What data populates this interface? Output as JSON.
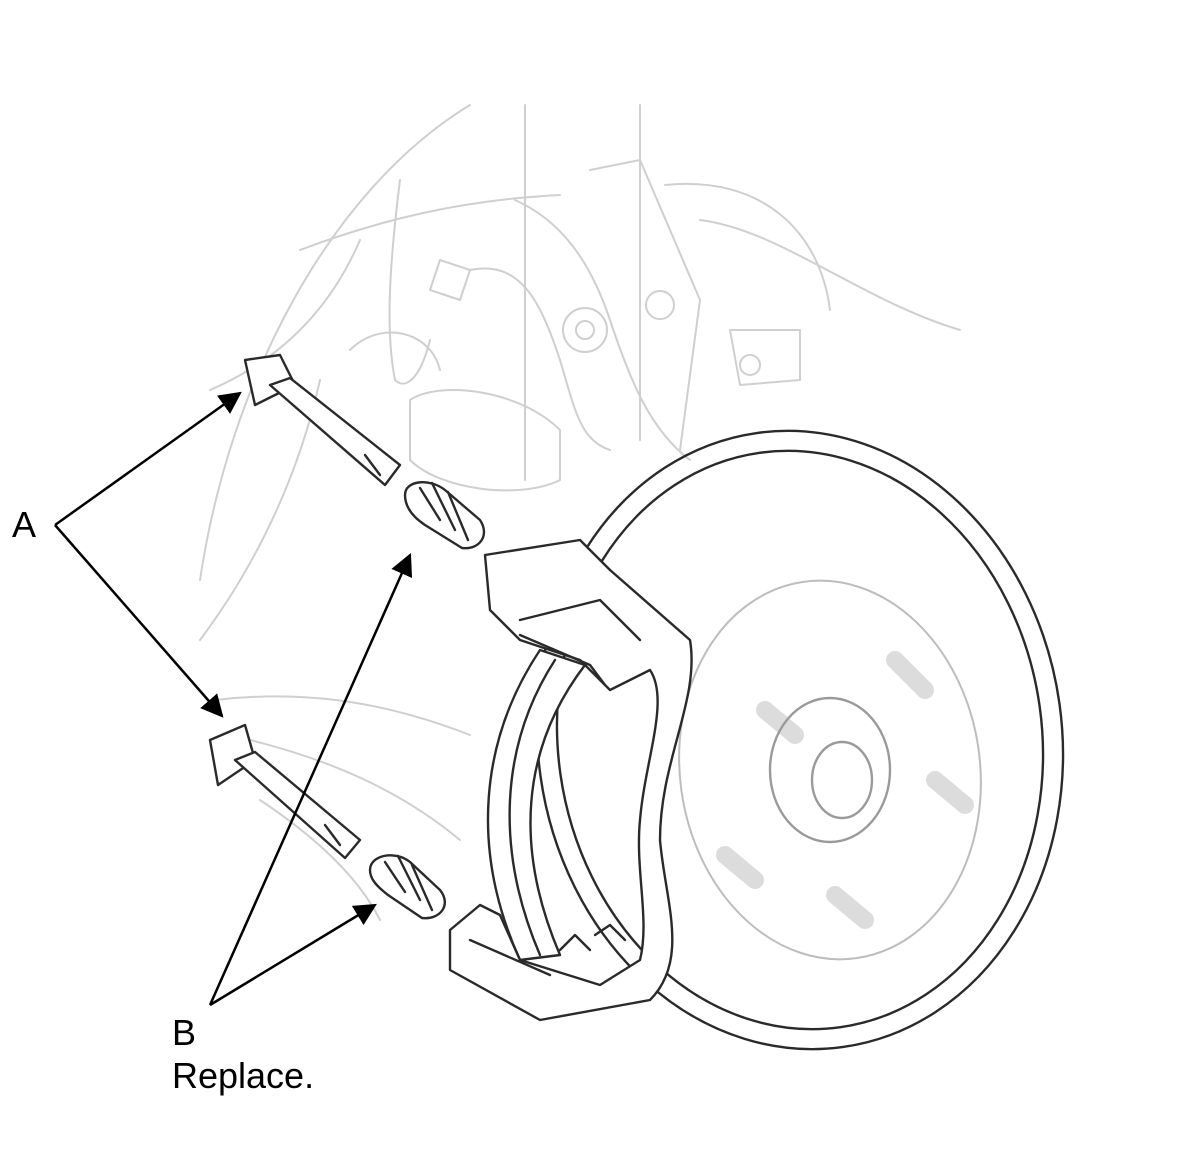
{
  "callouts": {
    "a": {
      "label": "A"
    },
    "b": {
      "label": "B",
      "note": "Replace."
    }
  },
  "colors": {
    "line_art": "#2a2a2a",
    "background_art": "#cfcfcf",
    "leader": "#000000"
  }
}
